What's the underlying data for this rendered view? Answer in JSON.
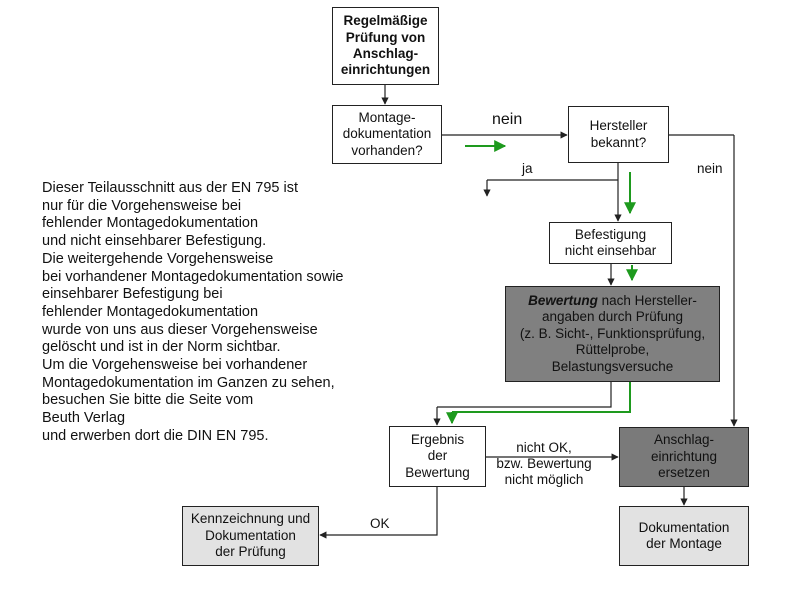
{
  "side_text": "Dieser Teilausschnitt aus der EN 795 ist\nnur für die Vorgehensweise bei\nfehlender Montagedokumentation\nund nicht einsehbarer Befestigung.\nDie weitergehende Vorgehensweise\nbei vorhandener Montagedokumentation sowie\neinsehbarer Befestigung bei\nfehlender Montagedokumentation\nwurde von uns aus dieser Vorgehensweise\ngelöscht und ist in der Norm sichtbar.\nUm die Vorgehensweise bei vorhandener\nMontagedokumentation im Ganzen zu sehen,\nbesuchen Sie bitte die Seite vom\nBeuth Verlag\nund erwerben dort die DIN EN 795.",
  "nodes": {
    "start": "Regelmäßige\nPrüfung von\nAnschlag-\neinrichtungen",
    "montage": "Montage-\ndokumentation\nvorhanden?",
    "hersteller": "Hersteller\nbekannt?",
    "befestigung": "Befestigung\nnicht einsehbar",
    "bewertung_title": "Bewertung",
    "bewertung_rest": " nach Hersteller-\nangaben durch Prüfung\n(z. B. Sicht-, Funktionsprüfung,\nRüttelprobe,\nBelastungsversuche",
    "ergebnis": "Ergebnis\nder\nBewertung",
    "ersetzen": "Anschlag-\neinrichtung\nersetzen",
    "kennzeichnung": "Kennzeichnung und\nDokumentation\nder Prüfung",
    "dokumentation": "Dokumentation\nder Montage"
  },
  "edge_labels": {
    "nein_top": "nein",
    "ja": "ja",
    "nein_right": "nein",
    "nicht_ok": "nicht OK,\nbzw. Bewertung\nnicht möglich",
    "ok": "OK"
  },
  "colors": {
    "highlight_arrow": "#1e9a1e",
    "dark_box": "#808080",
    "light_box": "#e2e2e2"
  }
}
